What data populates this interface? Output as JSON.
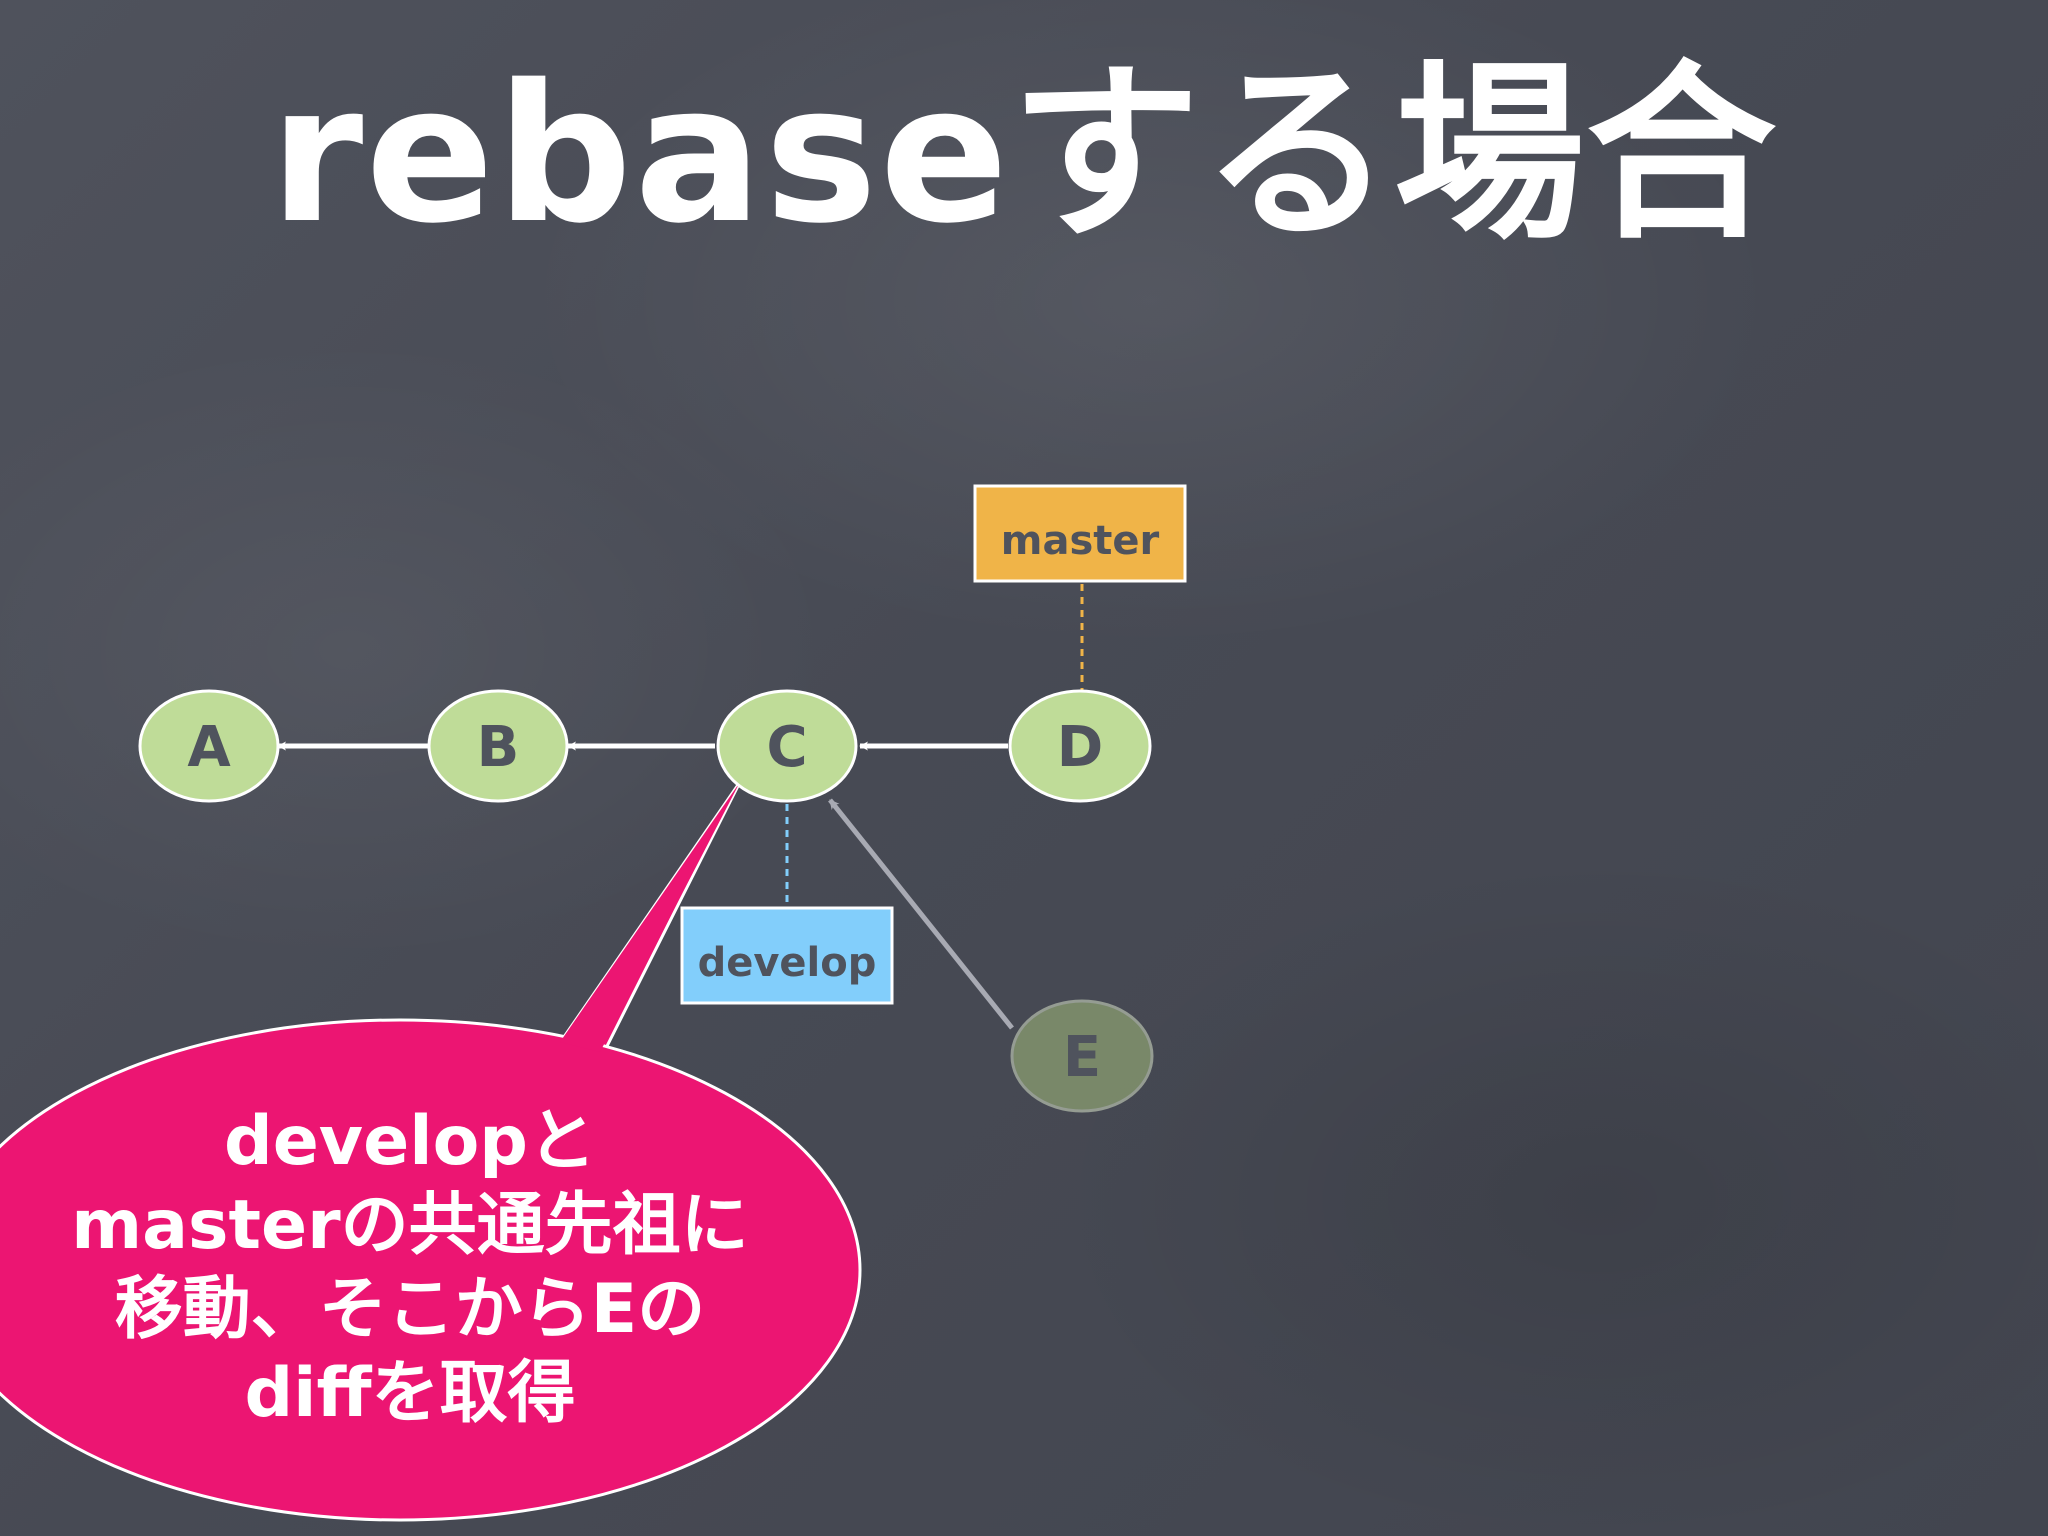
{
  "title": "rebaseする場合",
  "commits": [
    {
      "id": "A",
      "label": "A"
    },
    {
      "id": "B",
      "label": "B"
    },
    {
      "id": "C",
      "label": "C"
    },
    {
      "id": "D",
      "label": "D"
    },
    {
      "id": "E",
      "label": "E",
      "faded": true
    }
  ],
  "branches": {
    "master": {
      "label": "master",
      "color": "#f0b448"
    },
    "develop": {
      "label": "develop",
      "color": "#82cefb"
    }
  },
  "callout": {
    "lines": [
      "developと",
      "masterの共通先祖に",
      "移動、そこからEの",
      "diffを取得"
    ],
    "color": "#ec1572"
  },
  "colors": {
    "node_fill": "#bfdc98",
    "node_faded_fill": "#7f8f6c",
    "arrow": "#ffffff",
    "arrow_faded": "#a8aab3"
  }
}
